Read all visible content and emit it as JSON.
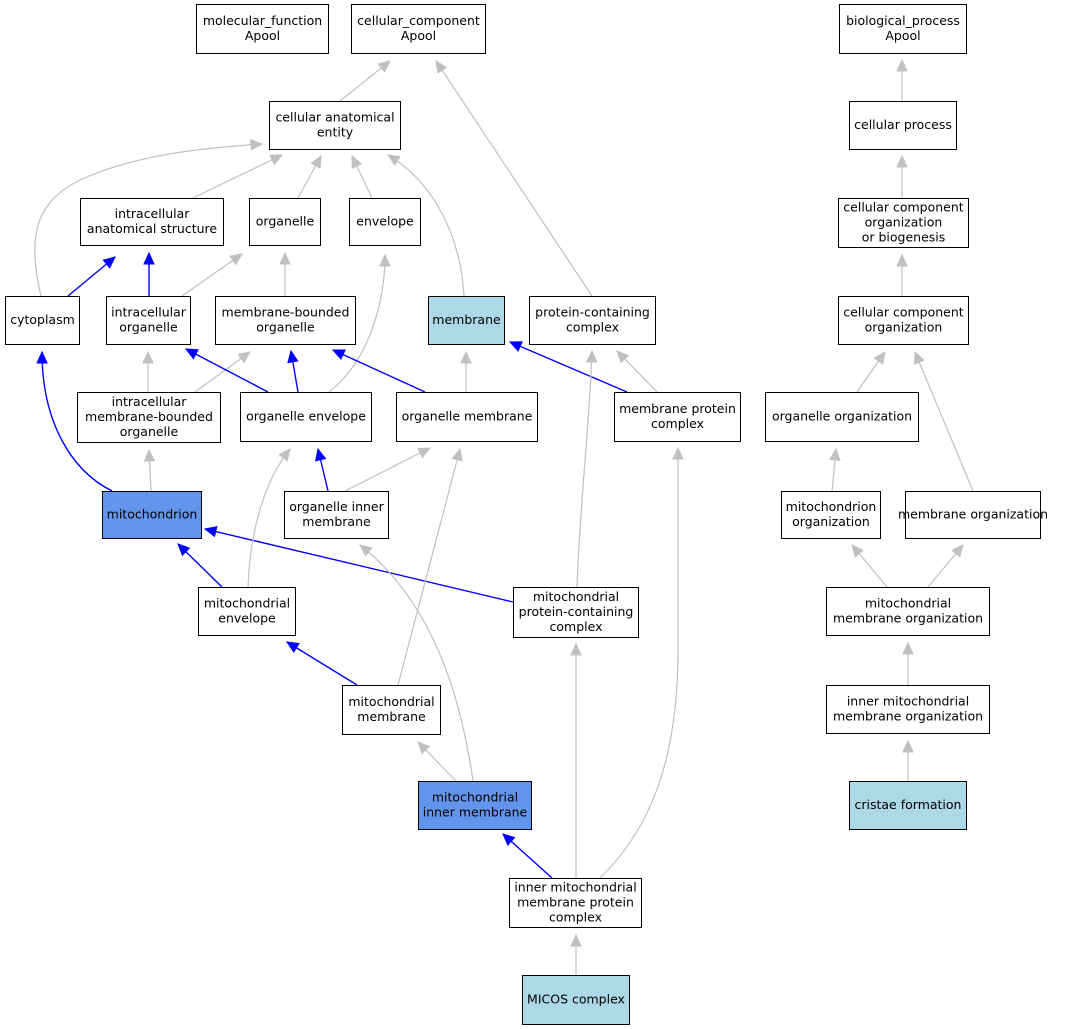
{
  "colors": {
    "default_fill": "#ffffff",
    "highlight_light": "#add8e6",
    "highlight_strong": "#6495ed",
    "edge_blue": "#0000ff",
    "edge_gray": "#c0c0c0",
    "border": "#000000"
  },
  "nodes": [
    {
      "id": "mf",
      "lines": [
        "molecular_function",
        "Apool"
      ],
      "fill": "default"
    },
    {
      "id": "cc",
      "lines": [
        "cellular_component",
        "Apool"
      ],
      "fill": "default"
    },
    {
      "id": "bp",
      "lines": [
        "biological_process",
        "Apool"
      ],
      "fill": "default"
    },
    {
      "id": "cae",
      "lines": [
        "cellular anatomical",
        "entity"
      ],
      "fill": "default"
    },
    {
      "id": "cp",
      "lines": [
        "cellular process"
      ],
      "fill": "default"
    },
    {
      "id": "ias",
      "lines": [
        "intracellular",
        "anatomical structure"
      ],
      "fill": "default"
    },
    {
      "id": "org",
      "lines": [
        "organelle"
      ],
      "fill": "default"
    },
    {
      "id": "env",
      "lines": [
        "envelope"
      ],
      "fill": "default"
    },
    {
      "id": "ccob",
      "lines": [
        "cellular component",
        "organization",
        "or biogenesis"
      ],
      "fill": "default"
    },
    {
      "id": "cyto",
      "lines": [
        "cytoplasm"
      ],
      "fill": "default"
    },
    {
      "id": "io",
      "lines": [
        "intracellular",
        "organelle"
      ],
      "fill": "default"
    },
    {
      "id": "mbo",
      "lines": [
        "membrane-bounded",
        "organelle"
      ],
      "fill": "default"
    },
    {
      "id": "mem",
      "lines": [
        "membrane"
      ],
      "fill": "light"
    },
    {
      "id": "pcc",
      "lines": [
        "protein-containing",
        "complex"
      ],
      "fill": "default"
    },
    {
      "id": "cco",
      "lines": [
        "cellular component",
        "organization"
      ],
      "fill": "default"
    },
    {
      "id": "imbo",
      "lines": [
        "intracellular",
        "membrane-bounded",
        "organelle"
      ],
      "fill": "default"
    },
    {
      "id": "oenv",
      "lines": [
        "organelle envelope"
      ],
      "fill": "default"
    },
    {
      "id": "omem",
      "lines": [
        "organelle membrane"
      ],
      "fill": "default"
    },
    {
      "id": "mpc",
      "lines": [
        "membrane protein",
        "complex"
      ],
      "fill": "default"
    },
    {
      "id": "oorg",
      "lines": [
        "organelle organization"
      ],
      "fill": "default"
    },
    {
      "id": "mito",
      "lines": [
        "mitochondrion"
      ],
      "fill": "strong"
    },
    {
      "id": "oim",
      "lines": [
        "organelle inner",
        "membrane"
      ],
      "fill": "default"
    },
    {
      "id": "mo",
      "lines": [
        "mitochondrion",
        "organization"
      ],
      "fill": "default"
    },
    {
      "id": "memo",
      "lines": [
        "membrane organization"
      ],
      "fill": "default"
    },
    {
      "id": "menv",
      "lines": [
        "mitochondrial",
        "envelope"
      ],
      "fill": "default"
    },
    {
      "id": "mpcc",
      "lines": [
        "mitochondrial",
        "protein-containing",
        "complex"
      ],
      "fill": "default"
    },
    {
      "id": "mmo",
      "lines": [
        "mitochondrial",
        "membrane organization"
      ],
      "fill": "default"
    },
    {
      "id": "mmem",
      "lines": [
        "mitochondrial",
        "membrane"
      ],
      "fill": "default"
    },
    {
      "id": "imo",
      "lines": [
        "inner mitochondrial",
        "membrane organization"
      ],
      "fill": "default"
    },
    {
      "id": "mim",
      "lines": [
        "mitochondrial",
        "inner membrane"
      ],
      "fill": "strong"
    },
    {
      "id": "cf",
      "lines": [
        "cristae formation"
      ],
      "fill": "light"
    },
    {
      "id": "impc",
      "lines": [
        "inner mitochondrial",
        "membrane protein",
        "complex"
      ],
      "fill": "default"
    },
    {
      "id": "micos",
      "lines": [
        "MICOS complex"
      ],
      "fill": "light"
    }
  ],
  "edges": [
    {
      "from": "cae",
      "to": "cc",
      "color": "gray"
    },
    {
      "from": "pcc",
      "to": "cc",
      "color": "gray"
    },
    {
      "from": "cp",
      "to": "bp",
      "color": "gray"
    },
    {
      "from": "ias",
      "to": "cae",
      "color": "gray"
    },
    {
      "from": "org",
      "to": "cae",
      "color": "gray"
    },
    {
      "from": "env",
      "to": "cae",
      "color": "gray"
    },
    {
      "from": "mem",
      "to": "cae",
      "color": "gray"
    },
    {
      "from": "cyto",
      "to": "cae",
      "color": "gray"
    },
    {
      "from": "ccob",
      "to": "cp",
      "color": "gray"
    },
    {
      "from": "cco",
      "to": "ccob",
      "color": "gray"
    },
    {
      "from": "cyto",
      "to": "ias",
      "color": "blue"
    },
    {
      "from": "io",
      "to": "ias",
      "color": "blue"
    },
    {
      "from": "io",
      "to": "org",
      "color": "gray"
    },
    {
      "from": "mbo",
      "to": "org",
      "color": "gray"
    },
    {
      "from": "oenv",
      "to": "env",
      "color": "gray"
    },
    {
      "from": "imbo",
      "to": "io",
      "color": "gray"
    },
    {
      "from": "imbo",
      "to": "mbo",
      "color": "gray"
    },
    {
      "from": "oenv",
      "to": "io",
      "color": "blue"
    },
    {
      "from": "oenv",
      "to": "mbo",
      "color": "blue"
    },
    {
      "from": "omem",
      "to": "mbo",
      "color": "blue"
    },
    {
      "from": "omem",
      "to": "mem",
      "color": "gray"
    },
    {
      "from": "mpc",
      "to": "mem",
      "color": "blue"
    },
    {
      "from": "mpc",
      "to": "pcc",
      "color": "gray"
    },
    {
      "from": "mpcc",
      "to": "pcc",
      "color": "gray"
    },
    {
      "from": "oorg",
      "to": "cco",
      "color": "gray"
    },
    {
      "from": "memo",
      "to": "cco",
      "color": "gray"
    },
    {
      "from": "mito",
      "to": "cyto",
      "color": "blue"
    },
    {
      "from": "mito",
      "to": "imbo",
      "color": "gray"
    },
    {
      "from": "oim",
      "to": "oenv",
      "color": "blue"
    },
    {
      "from": "oim",
      "to": "omem",
      "color": "gray"
    },
    {
      "from": "mo",
      "to": "oorg",
      "color": "gray"
    },
    {
      "from": "menv",
      "to": "mito",
      "color": "blue"
    },
    {
      "from": "mpcc",
      "to": "mito",
      "color": "blue"
    },
    {
      "from": "menv",
      "to": "oenv",
      "color": "gray"
    },
    {
      "from": "mmem",
      "to": "menv",
      "color": "blue"
    },
    {
      "from": "mmem",
      "to": "omem",
      "color": "gray"
    },
    {
      "from": "mim",
      "to": "mmem",
      "color": "gray"
    },
    {
      "from": "mim",
      "to": "oim",
      "color": "gray"
    },
    {
      "from": "mmo",
      "to": "mo",
      "color": "gray"
    },
    {
      "from": "mmo",
      "to": "memo",
      "color": "gray"
    },
    {
      "from": "imo",
      "to": "mmo",
      "color": "gray"
    },
    {
      "from": "cf",
      "to": "imo",
      "color": "gray"
    },
    {
      "from": "impc",
      "to": "mim",
      "color": "blue"
    },
    {
      "from": "impc",
      "to": "mpcc",
      "color": "gray"
    },
    {
      "from": "impc",
      "to": "mpc",
      "color": "gray"
    },
    {
      "from": "micos",
      "to": "impc",
      "color": "gray"
    }
  ]
}
